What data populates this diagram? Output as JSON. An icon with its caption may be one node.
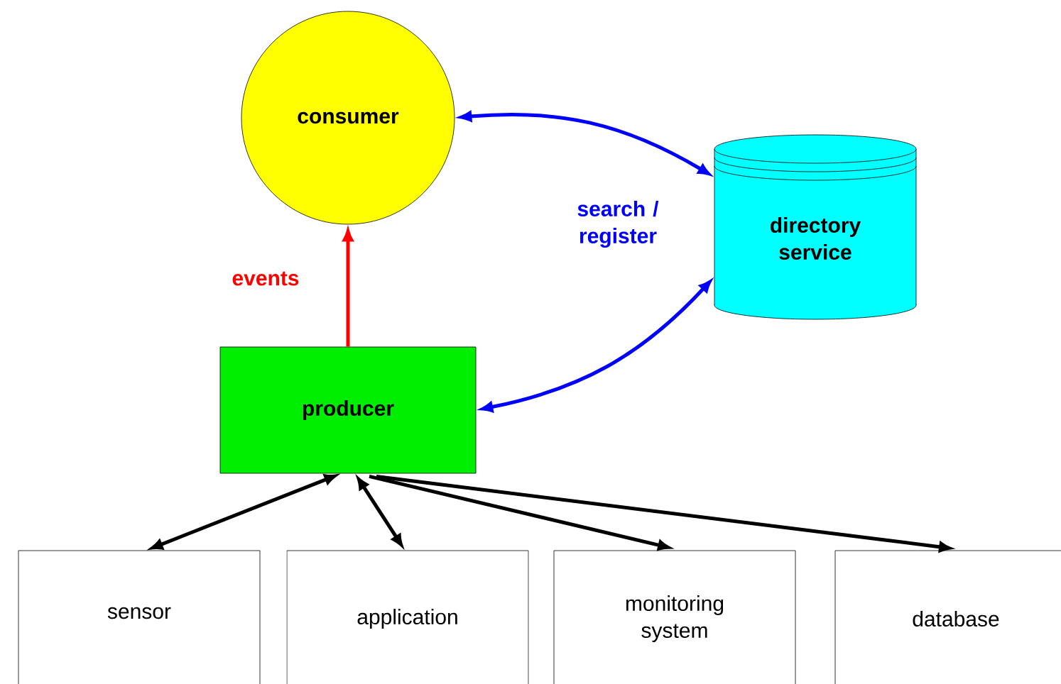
{
  "diagram": {
    "nodes": [
      {
        "text": [
          "consumer"
        ]
      },
      {
        "text": [
          "directory service"
        ]
      },
      {
        "text": [
          "producer"
        ]
      },
      {
        "text": [
          "sensor"
        ]
      },
      {
        "text": [
          "application"
        ]
      },
      {
        "text": [
          "monitoring system"
        ]
      },
      {
        "text": [
          "database"
        ]
      }
    ],
    "edges": [
      {
        "from": 2,
        "to": 0,
        "arrow": "to",
        "label": "events",
        "color": "#ff0000"
      },
      {
        "from": 0,
        "to": 1,
        "arrow": "both",
        "color": "#0000ff"
      },
      {
        "from": 1,
        "to": 2,
        "arrow": "both",
        "color": "#0000ff"
      },
      {
        "from": 2,
        "to": 3,
        "arrow": "both"
      },
      {
        "from": 2,
        "to": 4,
        "arrow": "both"
      },
      {
        "from": 2,
        "to": 5,
        "arrow": "to"
      },
      {
        "from": 2,
        "to": 6,
        "arrow": "to"
      }
    ],
    "labels": [
      "search / register"
    ]
  }
}
